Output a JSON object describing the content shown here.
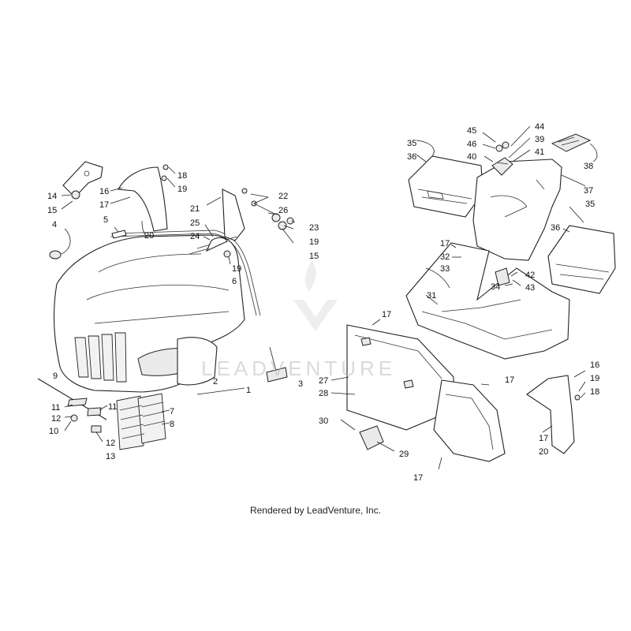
{
  "footer": {
    "credit": "Rendered by LeadVenture, Inc."
  },
  "watermark": {
    "text": "LEADVENTURE"
  },
  "callouts": {
    "c1": "1",
    "c2": "2",
    "c3": "3",
    "c4": "4",
    "c5": "5",
    "c6": "6",
    "c7": "7",
    "c8": "8",
    "c9": "9",
    "c10": "10",
    "c11a": "11",
    "c11b": "11",
    "c12a": "12",
    "c12b": "12",
    "c13": "13",
    "c14": "14",
    "c15a": "15",
    "c15b": "15",
    "c16a": "16",
    "c16b": "16",
    "c17a": "17",
    "c17b": "17",
    "c17c": "17",
    "c17d": "17",
    "c17e": "17",
    "c17f": "17",
    "c18a": "18",
    "c18b": "18",
    "c19a": "19",
    "c19b": "19",
    "c19c": "19",
    "c19d": "19",
    "c20a": "20",
    "c20b": "20",
    "c21": "21",
    "c22": "22",
    "c23": "23",
    "c24": "24",
    "c25": "25",
    "c26": "26",
    "c27": "27",
    "c28": "28",
    "c29": "29",
    "c30": "30",
    "c31": "31",
    "c32": "32",
    "c33": "33",
    "c34": "34",
    "c35a": "35",
    "c35b": "35",
    "c36a": "36",
    "c36b": "36",
    "c37": "37",
    "c38": "38",
    "c39": "39",
    "c40": "40",
    "c41": "41",
    "c42": "42",
    "c43": "43",
    "c44": "44",
    "c45": "45",
    "c46": "46"
  }
}
